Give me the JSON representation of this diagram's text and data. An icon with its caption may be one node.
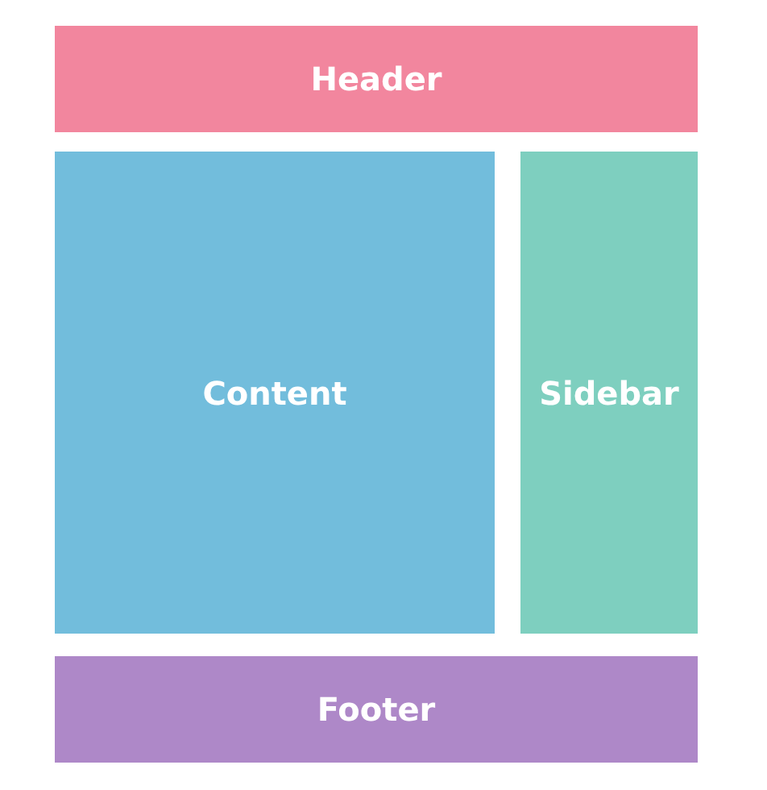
{
  "diagram": {
    "nodes": [
      {
        "text": [
          "Header"
        ]
      },
      {
        "text": [
          "Content"
        ]
      },
      {
        "text": [
          "Sidebar"
        ]
      },
      {
        "text": [
          "Footer"
        ]
      }
    ]
  }
}
